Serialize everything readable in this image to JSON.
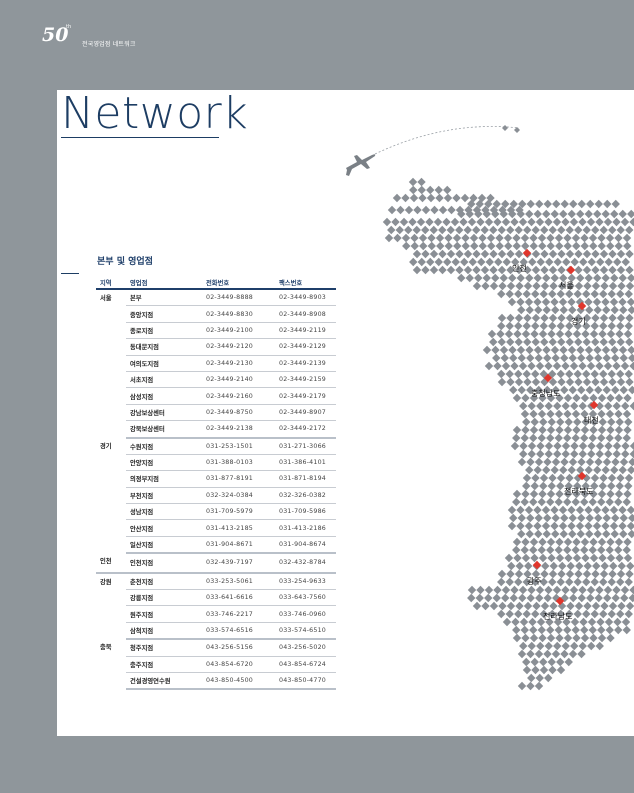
{
  "header": {
    "logo_number": "50",
    "logo_suffix": "th",
    "logo_small": "",
    "section_label": "전국영업점 네트워크"
  },
  "page": {
    "title": "Network",
    "section_title": "본부 및 영업점"
  },
  "table": {
    "columns": [
      "지역",
      "영업점",
      "전화번호",
      "팩스번호"
    ],
    "groups": [
      {
        "region": "서울",
        "rows": [
          [
            "본부",
            "02-3449-8888",
            "02-3449-8903"
          ],
          [
            "중앙지점",
            "02-3449-8830",
            "02-3449-8908"
          ],
          [
            "종로지점",
            "02-3449-2100",
            "02-3449-2119"
          ],
          [
            "동대문지점",
            "02-3449-2120",
            "02-3449-2129"
          ],
          [
            "여의도지점",
            "02-3449-2130",
            "02-3449-2139"
          ],
          [
            "서초지점",
            "02-3449-2140",
            "02-3449-2159"
          ],
          [
            "삼성지점",
            "02-3449-2160",
            "02-3449-2179"
          ],
          [
            "강남보상센터",
            "02-3449-8750",
            "02-3449-8907"
          ],
          [
            "강북보상센터",
            "02-3449-2138",
            "02-3449-2172"
          ]
        ]
      },
      {
        "region": "경기",
        "rows": [
          [
            "수원지점",
            "031-253-1501",
            "031-271-3066"
          ],
          [
            "안양지점",
            "031-388-0103",
            "031-386-4101"
          ],
          [
            "의정부지점",
            "031-877-8191",
            "031-871-8194"
          ],
          [
            "부천지점",
            "032-324-0384",
            "032-326-0382"
          ],
          [
            "성남지점",
            "031-709-5979",
            "031-709-5986"
          ],
          [
            "안산지점",
            "031-413-2185",
            "031-413-2186"
          ],
          [
            "일산지점",
            "031-904-8671",
            "031-904-8674"
          ]
        ]
      },
      {
        "region": "인천",
        "rows": [
          [
            "인천지점",
            "032-439-7197",
            "032-432-8784"
          ]
        ]
      },
      {
        "region": "강원",
        "rows": [
          [
            "춘천지점",
            "033-253-5061",
            "033-254-9633"
          ],
          [
            "강릉지점",
            "033-641-6616",
            "033-643-7560"
          ],
          [
            "원주지점",
            "033-746-2217",
            "033-746-0960"
          ],
          [
            "삼척지점",
            "033-574-6516",
            "033-574-6510"
          ]
        ]
      },
      {
        "region": "충북",
        "rows": [
          [
            "청주지점",
            "043-256-5156",
            "043-256-5020"
          ],
          [
            "충주지점",
            "043-854-6720",
            "043-854-6724"
          ],
          [
            "건설경영연수원",
            "043-850-4500",
            "043-850-4770"
          ]
        ]
      }
    ]
  },
  "map": {
    "dot_color": "#8a8f95",
    "marker_color": "#e0362c",
    "cities": [
      "인천",
      "서울",
      "경기",
      "충청남도",
      "대전",
      "전라북도",
      "광주",
      "전라남도"
    ]
  }
}
